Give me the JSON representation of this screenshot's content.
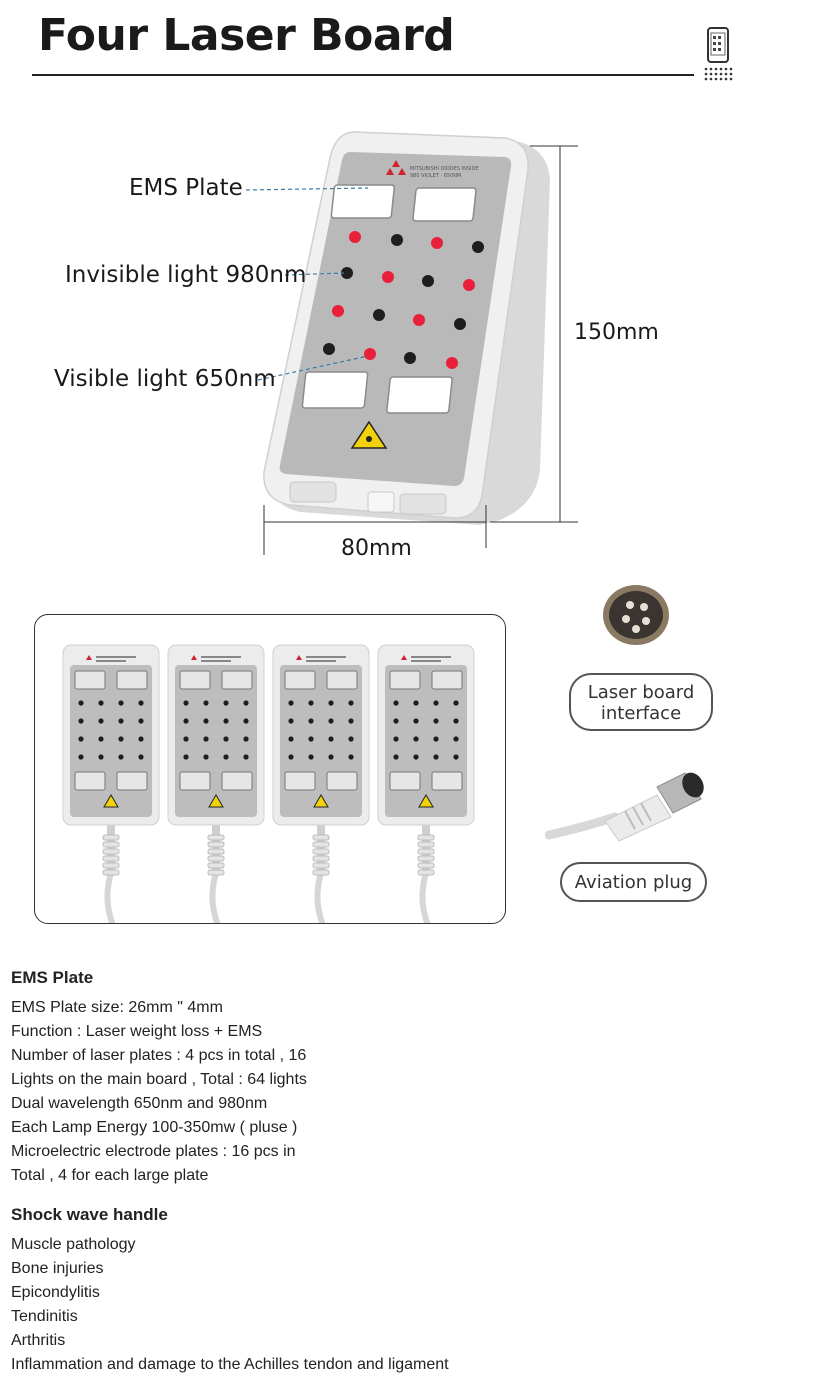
{
  "header": {
    "title": "Four Laser Board"
  },
  "diagram": {
    "callouts": [
      "EMS Plate",
      "Invisible light 980nm",
      "Visible light 650nm"
    ],
    "height_label": "150mm",
    "width_label": "80mm"
  },
  "connectors": {
    "interface_label": "Laser board interface",
    "plug_label": "Aviation plug"
  },
  "ems_section": {
    "heading": "EMS Plate",
    "lines": [
      "EMS Plate size: 26mm \" 4mm",
      "Function : Laser weight loss + EMS",
      "Number of laser plates : 4 pcs in total , 16",
      "Lights on the main board , Total : 64 lights",
      "Dual wavelength 650nm and 980nm",
      "Each Lamp Energy 100-350mw ( pluse )",
      "Microelectric electrode plates : 16 pcs in",
      "Total , 4 for each large plate"
    ]
  },
  "shock_section": {
    "heading": "Shock wave handle",
    "lines": [
      "Muscle pathology",
      "Bone injuries",
      "Epicondylitis",
      "Tendinitis",
      "Arthritis",
      "Inflammation and damage to the Achilles tendon and ligament"
    ]
  },
  "colors": {
    "led_red": "#e8203a",
    "led_dark": "#1e1e1e",
    "panel_grey": "#b8b8b8",
    "housing": "#eeeeee"
  }
}
